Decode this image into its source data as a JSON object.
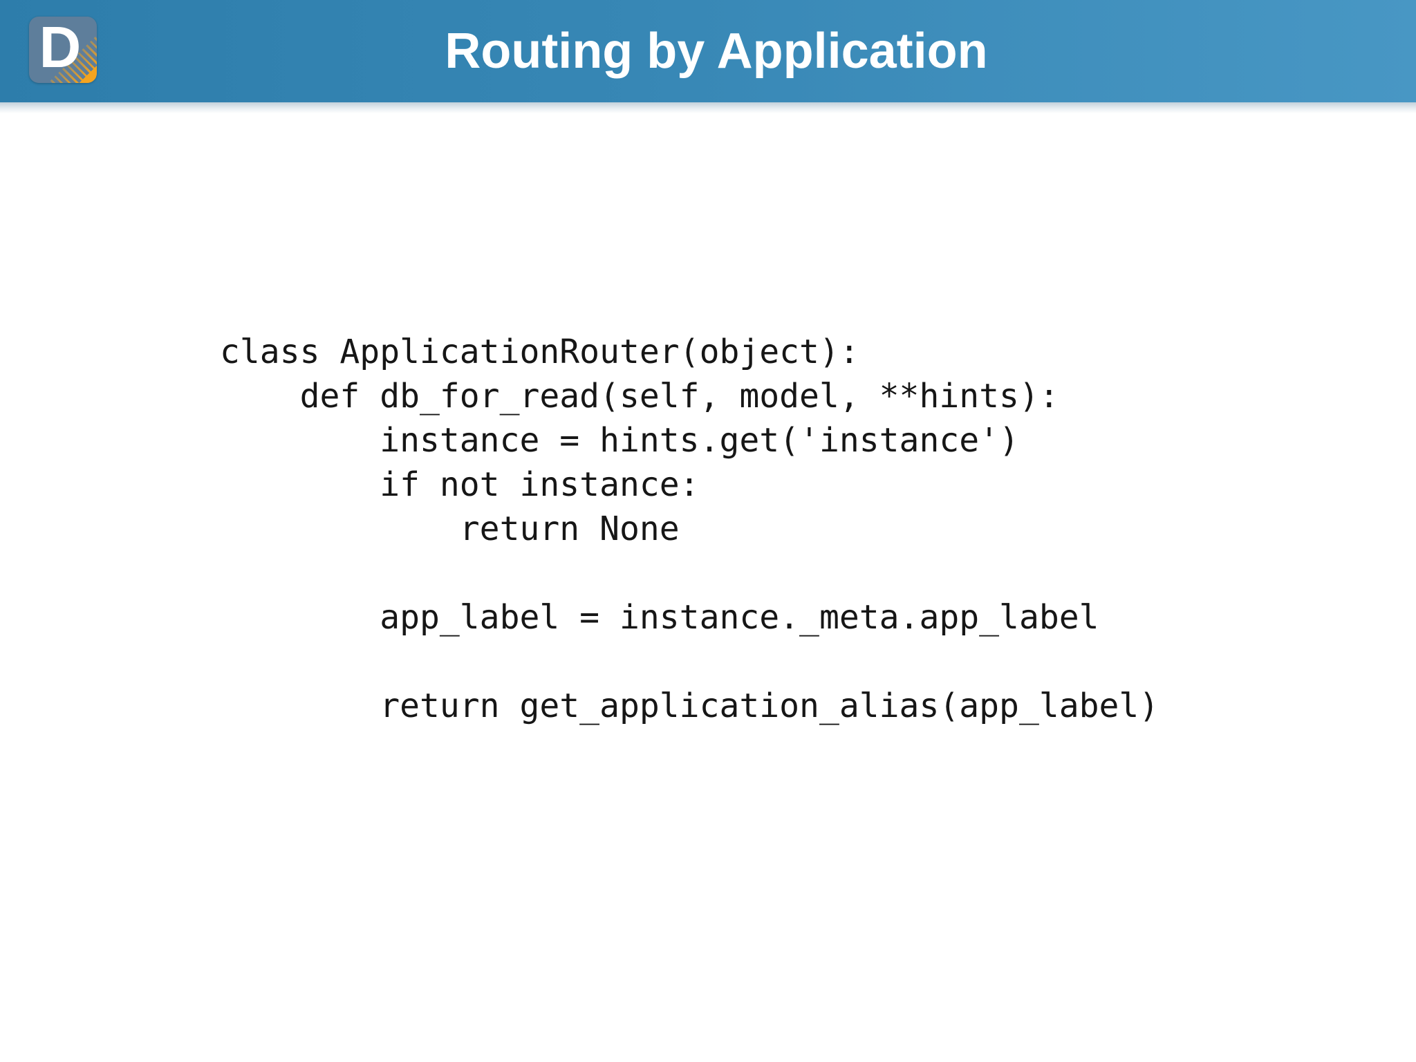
{
  "header": {
    "title": "Routing by Application",
    "logo_letter": "D"
  },
  "colors": {
    "header_gradient_left": "#2d7dab",
    "header_gradient_right": "#4897c4",
    "title_text": "#ffffff",
    "logo_background": "#5e7e9b",
    "logo_accent_orange": "#f4a41f",
    "header_shadow": "#c2d1db",
    "code_text": "#161616",
    "slide_background": "#ffffff"
  },
  "code": {
    "language": "python",
    "lines": [
      "class ApplicationRouter(object):",
      "    def db_for_read(self, model, **hints):",
      "        instance = hints.get('instance')",
      "        if not instance:",
      "            return None",
      "",
      "        app_label = instance._meta.app_label",
      "",
      "        return get_application_alias(app_label)"
    ]
  }
}
